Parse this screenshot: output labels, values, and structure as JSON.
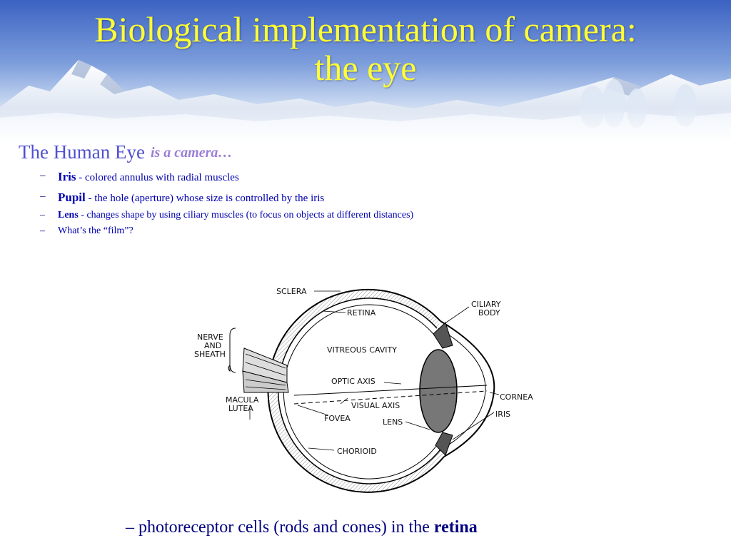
{
  "slide": {
    "title_line1": "Biological implementation of camera:",
    "title_line2": "the eye",
    "heading": "The Human Eye",
    "heading_emphasis": "is a camera…",
    "bullets": [
      {
        "dash": "–",
        "term": "Iris",
        "separator": " - ",
        "text": "colored annulus with radial muscles"
      },
      {
        "dash": "–",
        "term": "Pupil",
        "separator": " - ",
        "text": "the hole (aperture) whose size is controlled by the iris"
      },
      {
        "dash": "–",
        "term": "Lens",
        "separator": " - ",
        "text": "changes shape by using ciliary muscles (to focus on objects at different distances)"
      },
      {
        "dash": "–",
        "text": "What’s the “film”?"
      }
    ],
    "footer_prefix": "– photoreceptor cells (rods and cones) in the ",
    "footer_bold": "retina"
  },
  "diagram": {
    "labels": {
      "sclera": "SCLERA",
      "retina": "RETINA",
      "ciliary_line1": "CILIARY",
      "ciliary_line2": "BODY",
      "nerve_line1": "NERVE",
      "nerve_line2": "AND",
      "nerve_line3": "SHEATH",
      "vitreous": "VITREOUS  CAVITY",
      "optic_axis": "OPTIC  AXIS",
      "cornea": "CORNEA",
      "macula_line1": "MACULA",
      "macula_line2": "LUTEA",
      "visual_axis": "VISUAL  AXIS",
      "iris": "IRIS",
      "fovea": "FOVEA",
      "lens": "LENS",
      "chorioid": "CHORIOID"
    }
  },
  "colors": {
    "title": "#ffff33",
    "heading": "#4f4fd0",
    "emphasis": "#9a7fd6",
    "bullet_text": "#0000b0",
    "sky_top": "#3f66c4",
    "sky_bottom": "#dbe7f7"
  },
  "background": {
    "theme": "snowy-mountains-banner"
  }
}
